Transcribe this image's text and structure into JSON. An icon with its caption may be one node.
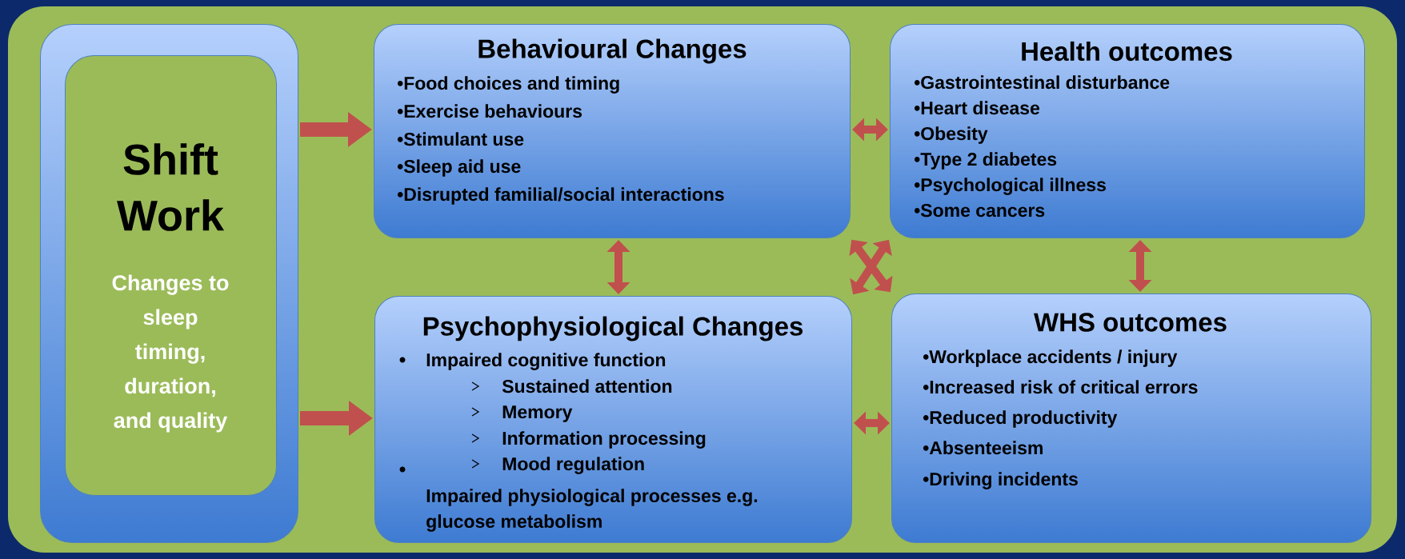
{
  "diagram": {
    "nodes": [
      {
        "text": [],
        "shape": "box"
      },
      {
        "text": [
          "Shift Work",
          "Changes to sleep timing, duration, and quality"
        ],
        "in": 0
      },
      {
        "text": [
          "Behavioural Changes",
          "•Food choices and timing",
          "•Exercise behaviours",
          "•Stimulant use",
          "•Sleep aid use",
          "•Disrupted familial/social interactions"
        ]
      },
      {
        "text": [
          "Health outcomes",
          "•Gastrointestinal disturbance",
          "•Heart disease",
          "•Obesity",
          "•Type 2 diabetes",
          "•Psychological illness",
          "•Some cancers"
        ]
      },
      {
        "text": [
          "Psychophysiological Changes",
          "Impaired cognitive function",
          "Sustained attention",
          "Memory",
          "Information processing",
          "Mood regulation",
          "Impaired physiological processes e.g. glucose metabolism"
        ]
      },
      {
        "text": [
          "WHS outcomes",
          "•Workplace accidents / injury",
          "•Increased risk of critical errors",
          "•Reduced productivity",
          "•Absenteeism",
          "•Driving incidents"
        ]
      }
    ],
    "edges": [
      {
        "from": 0,
        "to": 2,
        "arrow": "to",
        "style": "thick"
      },
      {
        "from": 0,
        "to": 4,
        "arrow": "to",
        "style": "thick"
      },
      {
        "from": 2,
        "to": 3,
        "arrow": "both"
      },
      {
        "from": 2,
        "to": 4,
        "arrow": "both"
      },
      {
        "from": 3,
        "to": 5,
        "arrow": "both"
      },
      {
        "from": 4,
        "to": 5,
        "arrow": "both"
      },
      {
        "from": 2,
        "to": 5,
        "arrow": "both"
      },
      {
        "from": 4,
        "to": 3,
        "arrow": "both"
      }
    ]
  }
}
